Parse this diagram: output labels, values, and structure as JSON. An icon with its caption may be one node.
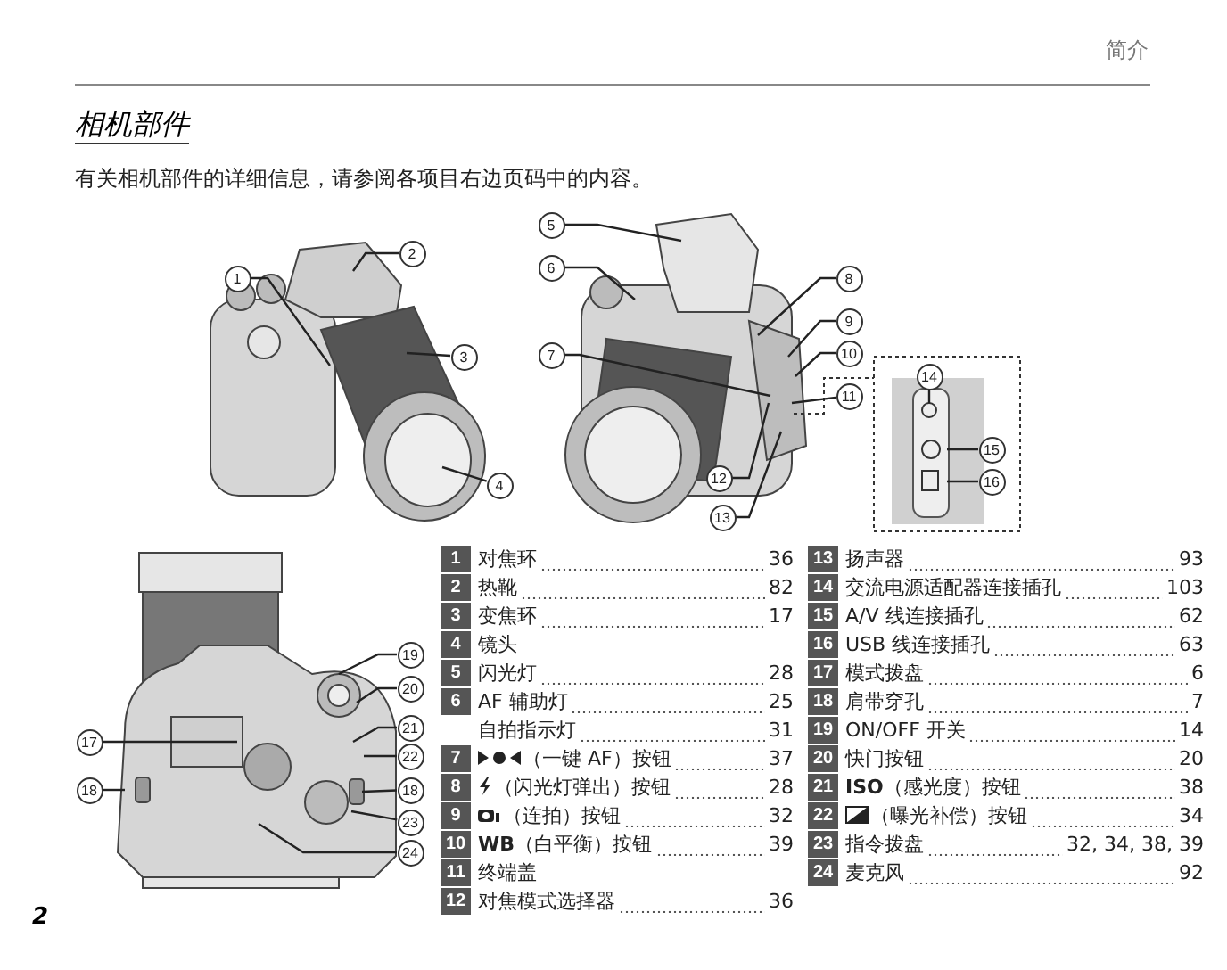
{
  "diagram": {
    "title": "相机部件",
    "nodes": [
      {
        "text": [
          "1"
        ]
      },
      {
        "text": [
          "2"
        ]
      },
      {
        "text": [
          "3"
        ]
      },
      {
        "text": [
          "4"
        ]
      },
      {
        "text": [
          "5"
        ]
      },
      {
        "text": [
          "6"
        ]
      },
      {
        "text": [
          "7"
        ]
      },
      {
        "text": [
          "8"
        ]
      },
      {
        "text": [
          "9"
        ]
      },
      {
        "text": [
          "10"
        ]
      },
      {
        "text": [
          "11"
        ]
      },
      {
        "text": [
          "12"
        ]
      },
      {
        "text": [
          "13"
        ]
      },
      {
        "text": [
          "14"
        ]
      },
      {
        "text": [
          "15"
        ]
      },
      {
        "text": [
          "16"
        ]
      },
      {
        "text": [
          "17"
        ]
      },
      {
        "text": [
          "18"
        ]
      },
      {
        "text": [
          "19"
        ]
      },
      {
        "text": [
          "20"
        ]
      },
      {
        "text": [
          "21"
        ]
      },
      {
        "text": [
          "22"
        ]
      },
      {
        "text": [
          "18"
        ]
      },
      {
        "text": [
          "23"
        ]
      },
      {
        "text": [
          "24"
        ]
      }
    ],
    "edges": [
      {
        "from": 0,
        "to": null,
        "arrow": "none"
      },
      {
        "from": 1,
        "to": null,
        "arrow": "none"
      },
      {
        "from": 2,
        "to": null,
        "arrow": "none"
      },
      {
        "from": 3,
        "to": null,
        "arrow": "none"
      },
      {
        "from": 4,
        "to": null,
        "arrow": "none"
      },
      {
        "from": 5,
        "to": null,
        "arrow": "none"
      },
      {
        "from": 6,
        "to": null,
        "arrow": "none"
      },
      {
        "from": 7,
        "to": null,
        "arrow": "none"
      },
      {
        "from": 8,
        "to": null,
        "arrow": "none"
      },
      {
        "from": 9,
        "to": null,
        "arrow": "none"
      },
      {
        "from": 10,
        "to": null,
        "arrow": "none"
      },
      {
        "from": 11,
        "to": null,
        "arrow": "none"
      },
      {
        "from": 12,
        "to": null,
        "arrow": "none"
      },
      {
        "from": 13,
        "to": null,
        "arrow": "none"
      },
      {
        "from": 14,
        "to": null,
        "arrow": "none"
      },
      {
        "from": 15,
        "to": null,
        "arrow": "none"
      },
      {
        "from": 16,
        "to": null,
        "arrow": "none"
      },
      {
        "from": 17,
        "to": null,
        "arrow": "none"
      },
      {
        "from": 18,
        "to": null,
        "arrow": "none"
      },
      {
        "from": 19,
        "to": null,
        "arrow": "none"
      },
      {
        "from": 20,
        "to": null,
        "arrow": "none"
      },
      {
        "from": 21,
        "to": null,
        "arrow": "none"
      },
      {
        "from": 22,
        "to": null,
        "arrow": "none"
      },
      {
        "from": 23,
        "to": null,
        "arrow": "none"
      },
      {
        "from": 24,
        "to": null,
        "arrow": "none"
      }
    ],
    "labels": [
      "简介",
      "有关相机部件的详细信息，请参阅各项目右边页码中的内容。",
      "1",
      "对焦环",
      "36",
      "2",
      "热靴",
      "82",
      "3",
      "变焦环",
      "17",
      "4",
      "镜头",
      "5",
      "闪光灯",
      "28",
      "6",
      "AF 辅助灯",
      "25",
      "自拍指示灯",
      "31",
      "7",
      "（一键 AF）按钮",
      "37",
      "8",
      "（闪光灯弹出）按钮",
      "28",
      "9",
      "（连拍）按钮",
      "32",
      "10",
      "**WB**（白平衡）按钮",
      "39",
      "11",
      "终端盖",
      "12",
      "对焦模式选择器",
      "36",
      "13",
      "扬声器",
      "93",
      "14",
      "交流电源适配器连接插孔",
      "103",
      "15",
      "A/V 线连接插孔",
      "62",
      "16",
      "USB 线连接插孔",
      "63",
      "17",
      "模式拨盘",
      "6",
      "18",
      "肩带穿孔",
      "7",
      "19",
      "ON/OFF 开关",
      "14",
      "20",
      "快门按钮",
      "20",
      "21",
      "**ISO**（感光度）按钮",
      "38",
      "22",
      "（曝光补偿）按钮",
      "34",
      "23",
      "指令拨盘",
      "32, 34, 38, 39",
      "24",
      "麦克风",
      "92",
      "2"
    ]
  }
}
